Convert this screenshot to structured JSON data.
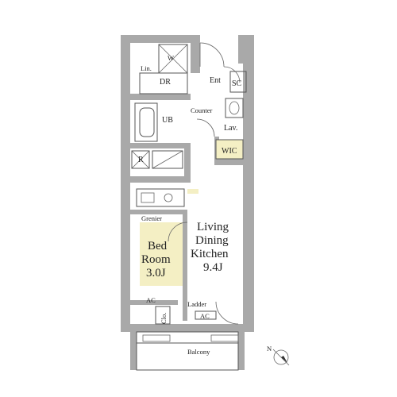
{
  "rooms": {
    "lin": "Lin.",
    "dr": "DR",
    "w": "W",
    "ent": "Ent",
    "sc": "SC",
    "counter": "Counter",
    "ub": "UB",
    "lav": "Lav.",
    "wic": "WIC",
    "r": "R",
    "grenier": "Grenier",
    "bedroom_line1": "Bed",
    "bedroom_line2": "Room",
    "bedroom_line3": "3.0J",
    "ldk_line1": "Living",
    "ldk_line2": "Dining",
    "ldk_line3": "Kitchen",
    "ldk_line4": "9.4J",
    "ac_bed": "AC",
    "ac_ldk": "AC",
    "ladder": "Ladder",
    "clo": "Clo.",
    "balcony": "Balcony"
  },
  "compass": {
    "label": "N"
  }
}
